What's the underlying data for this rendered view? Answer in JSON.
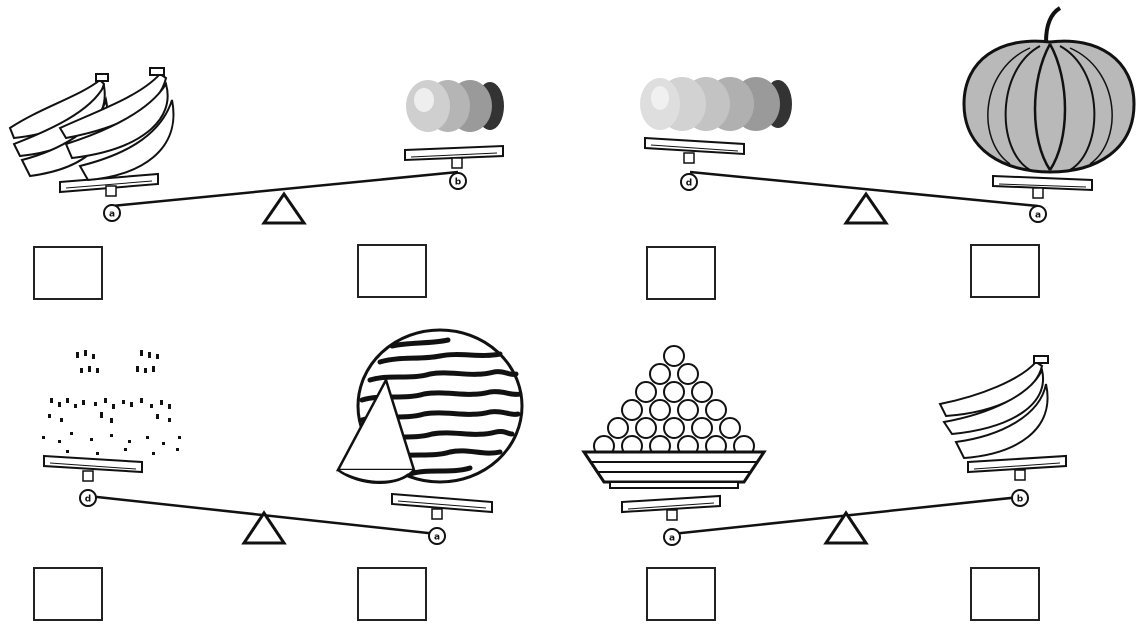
{
  "worksheet": {
    "panels": [
      {
        "left": {
          "item": "bananas-bunch-pair",
          "label": "a"
        },
        "right": {
          "item": "rolls",
          "label": "b"
        },
        "heavier": "left"
      },
      {
        "left": {
          "item": "rolls-long",
          "label": "d"
        },
        "right": {
          "item": "pumpkin",
          "label": "a"
        },
        "heavier": "right"
      },
      {
        "left": {
          "item": "seeds",
          "label": "d"
        },
        "right": {
          "item": "watermelon",
          "label": "a"
        },
        "heavier": "right"
      },
      {
        "left": {
          "item": "fruit-pyramid",
          "label": "a"
        },
        "right": {
          "item": "bananas-bunch",
          "label": "b"
        },
        "heavier": "left"
      }
    ],
    "answer_boxes": [
      "",
      "",
      "",
      "",
      "",
      "",
      "",
      ""
    ]
  }
}
